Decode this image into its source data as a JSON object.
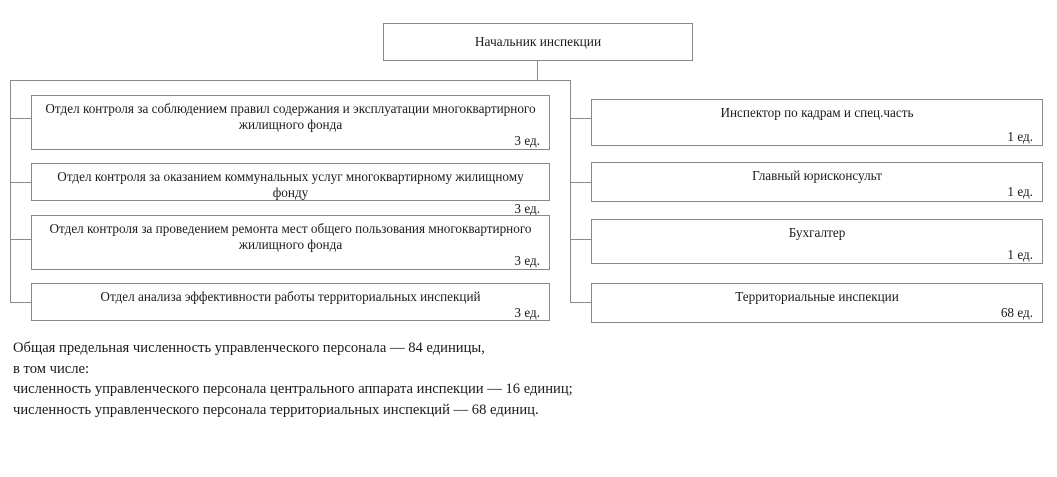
{
  "chart": {
    "type": "org-chart",
    "root": {
      "label": "Начальник инспекции"
    },
    "left_column": [
      {
        "label": "Отдел контроля за соблюдением правил содержания и эксплуатации многоквартирного жилищного фонда",
        "count": "3 ед."
      },
      {
        "label": "Отдел контроля за оказанием коммунальных услуг многоквартирному жилищному фонду",
        "count": "3 ед."
      },
      {
        "label": "Отдел контроля за проведением ремонта мест общего пользования многоквартирного жилищного фонда",
        "count": "3 ед."
      },
      {
        "label": "Отдел анализа эффективности работы территориальных инспекций",
        "count": "3 ед."
      }
    ],
    "right_column": [
      {
        "label": "Инспектор по кадрам и спец.часть",
        "count": "1 ед."
      },
      {
        "label": "Главный юрисконсульт",
        "count": "1 ед."
      },
      {
        "label": "Бухгалтер",
        "count": "1 ед."
      },
      {
        "label": "Территориальные инспекции",
        "count": "68 ед."
      }
    ]
  },
  "summary": {
    "lines": [
      "Общая предельная численность управленческого персонала — 84 единицы,",
      "в том числе:",
      "численность управленческого персонала центрального аппарата инспекции — 16 единиц;",
      "численность управленческого персонала территориальных инспекций — 68 единиц."
    ]
  },
  "colors": {
    "border": "#878787",
    "connector": "#8a8a8a",
    "text": "#1a1a1a",
    "background": "#ffffff"
  }
}
